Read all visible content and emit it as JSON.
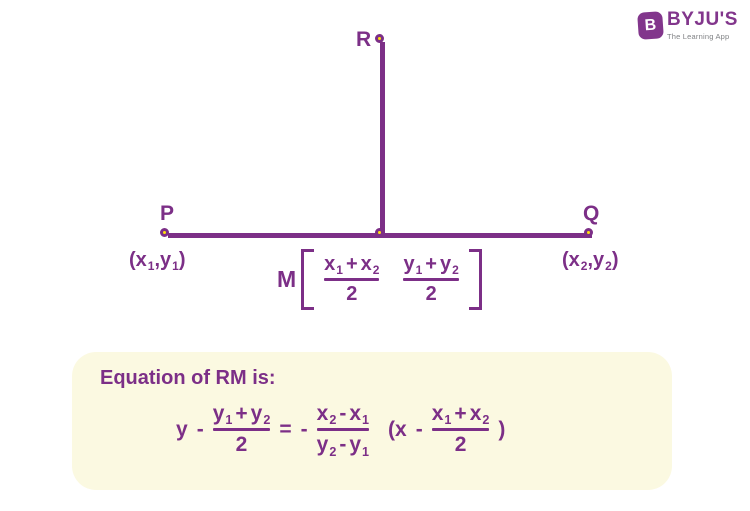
{
  "colors": {
    "purple": "#7c2f87",
    "logo_purple": "#82368c",
    "dot_yellow": "#ffe10a",
    "box_background": "#fbf9e1",
    "tagline_gray": "#808285"
  },
  "logo": {
    "badge_letter": "B",
    "brand": "BYJU'S",
    "tagline": "The Learning App"
  },
  "diagram": {
    "point_r": {
      "label": "R"
    },
    "point_p": {
      "label": "P"
    },
    "point_q": {
      "label": "Q"
    },
    "p_coordinates": {
      "pre": "(x",
      "sub_a": "1",
      "mid": ",y",
      "sub_b": "1",
      "post": ")"
    },
    "q_coordinates": {
      "pre": "(x",
      "sub_a": "2",
      "mid": ",y",
      "sub_b": "2",
      "post": ")"
    },
    "midpoint": {
      "label": "M",
      "x_fraction": {
        "a": "x",
        "a_sub": "1",
        "op": "+",
        "b": "x",
        "b_sub": "2",
        "den": "2"
      },
      "y_fraction": {
        "a": "y",
        "a_sub": "1",
        "op": "+",
        "b": "y",
        "b_sub": "2",
        "den": "2"
      }
    }
  },
  "equation_box": {
    "title": "Equation of RM is:",
    "lhs_variable": "y",
    "lhs_minus": "-",
    "lhs_fraction": {
      "a": "y",
      "a_sub": "1",
      "op": "+",
      "b": "y",
      "b_sub": "2",
      "den": "2"
    },
    "equals": "=",
    "negative_sign": "-",
    "slope_fraction": {
      "num": {
        "a": "x",
        "a_sub": "2",
        "op": "-",
        "b": "x",
        "b_sub": "1"
      },
      "den": {
        "a": "y",
        "a_sub": "2",
        "op": "-",
        "b": "y",
        "b_sub": "1"
      }
    },
    "paren_open": "(x",
    "paren_minus": "-",
    "rhs_fraction": {
      "a": "x",
      "a_sub": "1",
      "op": "+",
      "b": "x",
      "b_sub": "2",
      "den": "2"
    },
    "paren_close": ")"
  }
}
